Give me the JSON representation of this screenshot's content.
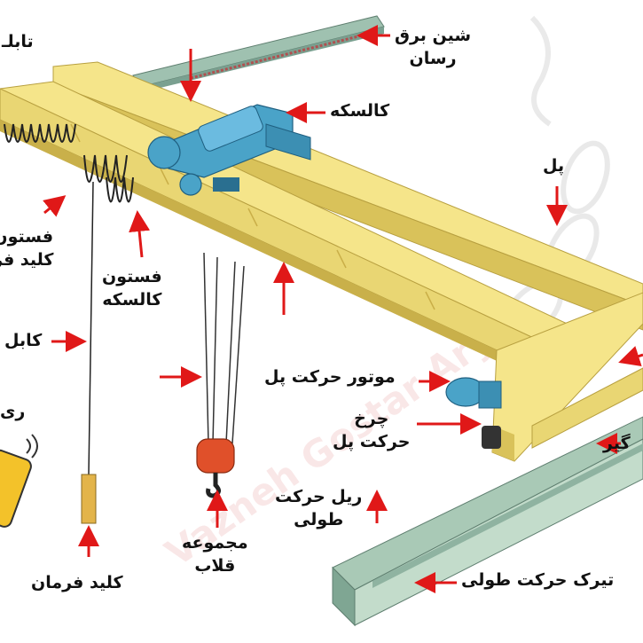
{
  "labels": {
    "rail_power_1": "شین برق",
    "rail_power_2": "رسان",
    "trolley": "کالسکه",
    "bridge": "پل",
    "cable_left": "تابلـ",
    "festoon_key_1": "فستون",
    "festoon_key_2": "کلید فر",
    "festoon_trolley_1": "فستون",
    "festoon_trolley_2": "کالسکه",
    "cable": "کابل",
    "remote": "ری",
    "bridge_motor": "موتور حرکت پل",
    "wheel_1": "چرخ",
    "wheel_2": "حرکت پل",
    "gear": "گیر",
    "long_rail_1": "ریل حرکت",
    "long_rail_2": "طولی",
    "hook_1": "مجموعه",
    "hook_2": "قلاب",
    "control_key": "کلید فرمان",
    "long_beam": "تیرک حرکت طولی"
  },
  "watermark": "Vazneh Gostar Arya",
  "colors": {
    "girder": "#f5e58a",
    "girder_shade": "#d9c25a",
    "trolley": "#4aa3c8",
    "rail": "#9fc1b0",
    "hook": "#e0502a",
    "arrow": "#e01818"
  }
}
